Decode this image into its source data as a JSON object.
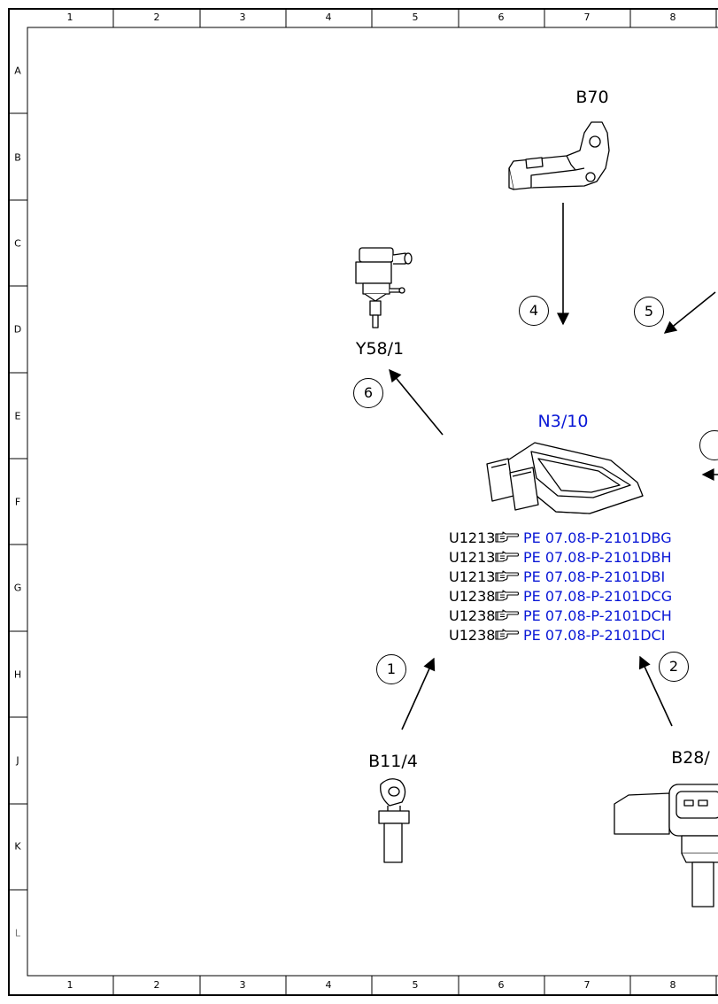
{
  "frame": {
    "columns": [
      "1",
      "2",
      "3",
      "4",
      "5",
      "6",
      "7",
      "8"
    ],
    "rows": [
      "A",
      "B",
      "C",
      "D",
      "E",
      "F",
      "G",
      "H",
      "J",
      "K",
      "L"
    ]
  },
  "components": {
    "ecu": "N3/10",
    "b70": "B70",
    "y58_1": "Y58/1",
    "b11_4": "B11/4",
    "b28": "B28/"
  },
  "steps": {
    "s1": "1",
    "s2": "2",
    "s4": "4",
    "s5": "5",
    "s6": "6"
  },
  "references": [
    {
      "code": "U1213",
      "link": "PE 07.08-P-2101DBG"
    },
    {
      "code": "U1213",
      "link": "PE 07.08-P-2101DBH"
    },
    {
      "code": "U1213",
      "link": "PE 07.08-P-2101DBI"
    },
    {
      "code": "U1238",
      "link": "PE 07.08-P-2101DCG"
    },
    {
      "code": "U1238",
      "link": "PE 07.08-P-2101DCH"
    },
    {
      "code": "U1238",
      "link": "PE 07.08-P-2101DCI"
    }
  ],
  "colors": {
    "link": "#0a18d6",
    "line": "#000000"
  }
}
